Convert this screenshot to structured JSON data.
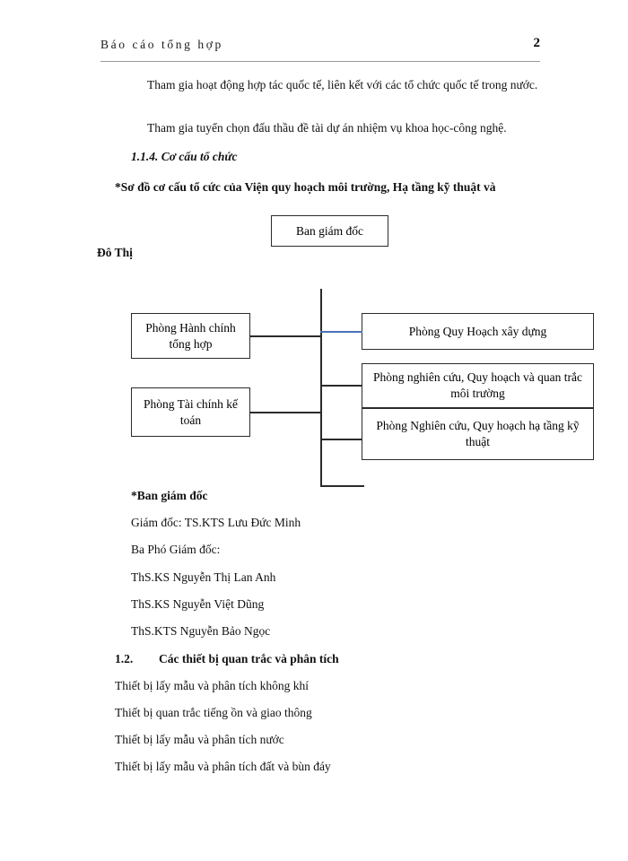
{
  "header": {
    "title": "Báo cáo tổng hợp",
    "page_number": "2"
  },
  "body": {
    "paragraph_1": "Tham gia hoạt động hợp tác quốc tế, liên kết với các tổ chức quốc tế trong nước.",
    "paragraph_2": "Tham gia tuyển chọn đấu thầu đề tài dự án nhiệm vụ khoa học-công nghệ.",
    "heading_1_1_4": "1.1.4. Cơ cấu tổ chức",
    "diagram_caption": "*Sơ đồ cơ cấu tổ cức của Viện quy hoạch môi trường, Hạ tầng kỹ thuật và",
    "diagram_caption_cont": "Đô Thị"
  },
  "org_chart": {
    "top_node": "Ban giám đốc",
    "left_nodes": [
      "Phòng Hành chính tổng hợp",
      "Phòng Tài chính kế toán"
    ],
    "right_nodes": [
      "Phòng Quy Hoạch xây dựng",
      "Phòng nghiên cứu, Quy hoạch và quan trắc môi trường",
      "Phòng Nghiên cứu, Quy hoạch hạ tầng kỹ thuật"
    ],
    "connector_accent_color": "#4a72b8",
    "line_color": "#2b2b2b"
  },
  "board": {
    "heading": "*Ban giám đốc",
    "director": "Giám đốc: TS.KTS  Lưu Đức Minh",
    "deputy_heading": "Ba Phó Giám đốc:",
    "deputies": [
      "ThS.KS  Nguyễn Thị Lan Anh",
      "ThS.KS  Nguyễn Việt Dũng",
      "ThS.KTS  Nguyễn Bảo Ngọc"
    ]
  },
  "equipment": {
    "heading_number": "1.2.",
    "heading_text": "Các thiết bị quan trắc và phân tích",
    "items": [
      "Thiết bị lấy mẫu và phân tích không khí",
      "Thiết bị quan trắc tiếng ồn và giao thông",
      "Thiết bị lấy mẫu và phân tích nước",
      "Thiết bị lấy mẫu và phân tích đất và bùn đáy"
    ]
  }
}
